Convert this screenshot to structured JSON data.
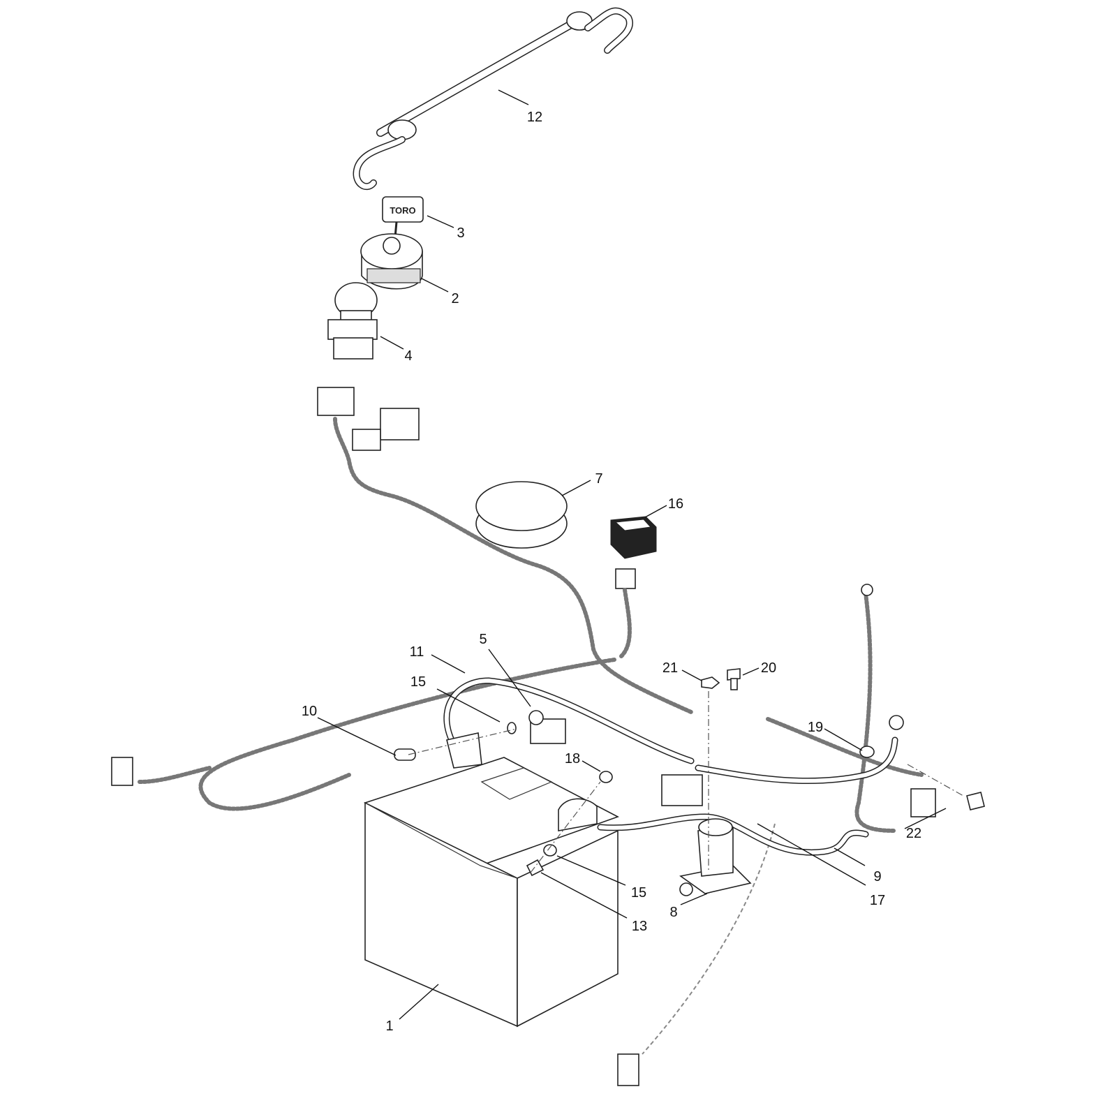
{
  "diagram": {
    "callouts": [
      {
        "id": "c12",
        "text": "12"
      },
      {
        "id": "c3",
        "text": "3"
      },
      {
        "id": "c2",
        "text": "2"
      },
      {
        "id": "c4",
        "text": "4"
      },
      {
        "id": "c7",
        "text": "7"
      },
      {
        "id": "c16",
        "text": "16"
      },
      {
        "id": "c11",
        "text": "11"
      },
      {
        "id": "c5",
        "text": "5"
      },
      {
        "id": "c15a",
        "text": "15"
      },
      {
        "id": "c10",
        "text": "10"
      },
      {
        "id": "c21",
        "text": "21"
      },
      {
        "id": "c20",
        "text": "20"
      },
      {
        "id": "c19",
        "text": "19"
      },
      {
        "id": "c18",
        "text": "18"
      },
      {
        "id": "c22",
        "text": "22"
      },
      {
        "id": "c9",
        "text": "9"
      },
      {
        "id": "c17",
        "text": "17"
      },
      {
        "id": "c15b",
        "text": "15"
      },
      {
        "id": "c13",
        "text": "13"
      },
      {
        "id": "c8",
        "text": "8"
      },
      {
        "id": "c1",
        "text": "1"
      }
    ],
    "key_tag_text": "TORO"
  }
}
